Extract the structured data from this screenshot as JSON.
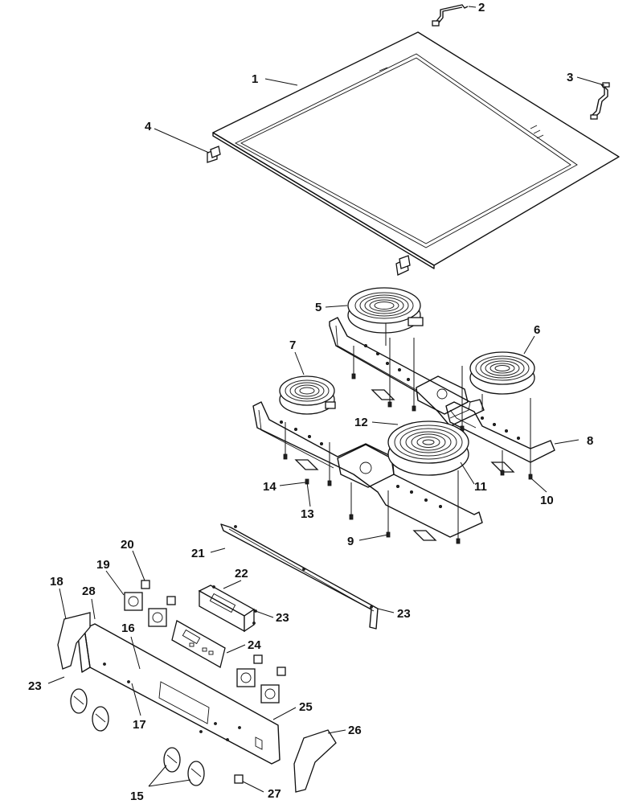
{
  "callouts": {
    "c1": "1",
    "c2": "2",
    "c3": "3",
    "c4": "4",
    "c5": "5",
    "c6": "6",
    "c7": "7",
    "c8": "8",
    "c9": "9",
    "c10": "10",
    "c11": "11",
    "c12": "12",
    "c13": "13",
    "c14": "14",
    "c15": "15",
    "c16": "16",
    "c17": "17",
    "c18": "18",
    "c19": "19",
    "c20": "20",
    "c21": "21",
    "c22": "22",
    "c23a": "23",
    "c23b": "23",
    "c23c": "23",
    "c24": "24",
    "c25": "25",
    "c26": "26",
    "c27": "27",
    "c28": "28"
  }
}
